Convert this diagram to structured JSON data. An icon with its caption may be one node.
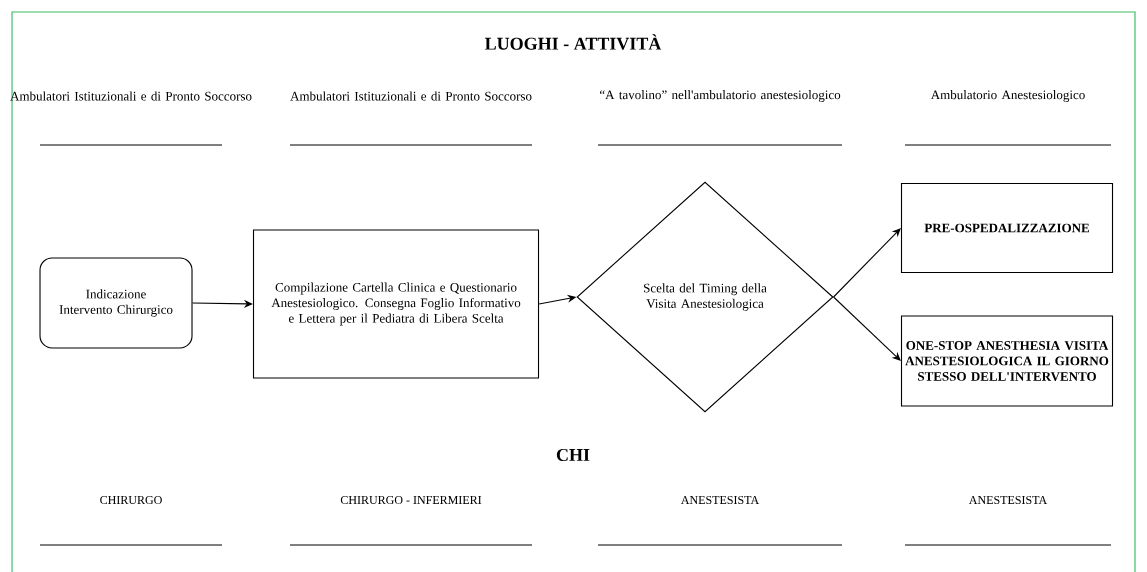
{
  "diagram": {
    "title": "LUOGHI - ATTIVITÀ",
    "nodes": [
      {
        "text": [
          "Indicazione Intervento Chirurgico"
        ]
      },
      {
        "text": [
          "Compilazione Cartella Clinica e Questionario Anestesiologico. Consegna Foglio Informativo e Lettera per il Pediatra di Libera Scelta"
        ]
      },
      {
        "text": [
          "Scelta del Timing della Visita Anestesiologica"
        ]
      },
      {
        "text": [
          "PRE-OSPEDALIZZAZIONE"
        ]
      },
      {
        "text": [
          "ONE-STOP ANESTHESIA VISITA ANESTESIOLOGICA IL GIORNO STESSO DELL'INTERVENTO"
        ]
      }
    ],
    "edges": [
      {
        "from": 0,
        "to": 1,
        "arrow": "to"
      },
      {
        "from": 1,
        "to": 2,
        "arrow": "to"
      },
      {
        "from": 2,
        "to": 3,
        "arrow": "to"
      },
      {
        "from": 2,
        "to": 4,
        "arrow": "to"
      }
    ],
    "labels": [
      "Ambulatori Istituzionali e di Pronto Soccorso",
      "Ambulatori Istituzionali e di Pronto Soccorso",
      "“A tavolino” nell'ambulatorio anestesiologico",
      "Ambulatorio Anestesiologico",
      "CHI",
      "CHIRURGO",
      "CHIRURGO - INFERMIERI",
      "ANESTESISTA",
      "ANESTESISTA"
    ]
  }
}
